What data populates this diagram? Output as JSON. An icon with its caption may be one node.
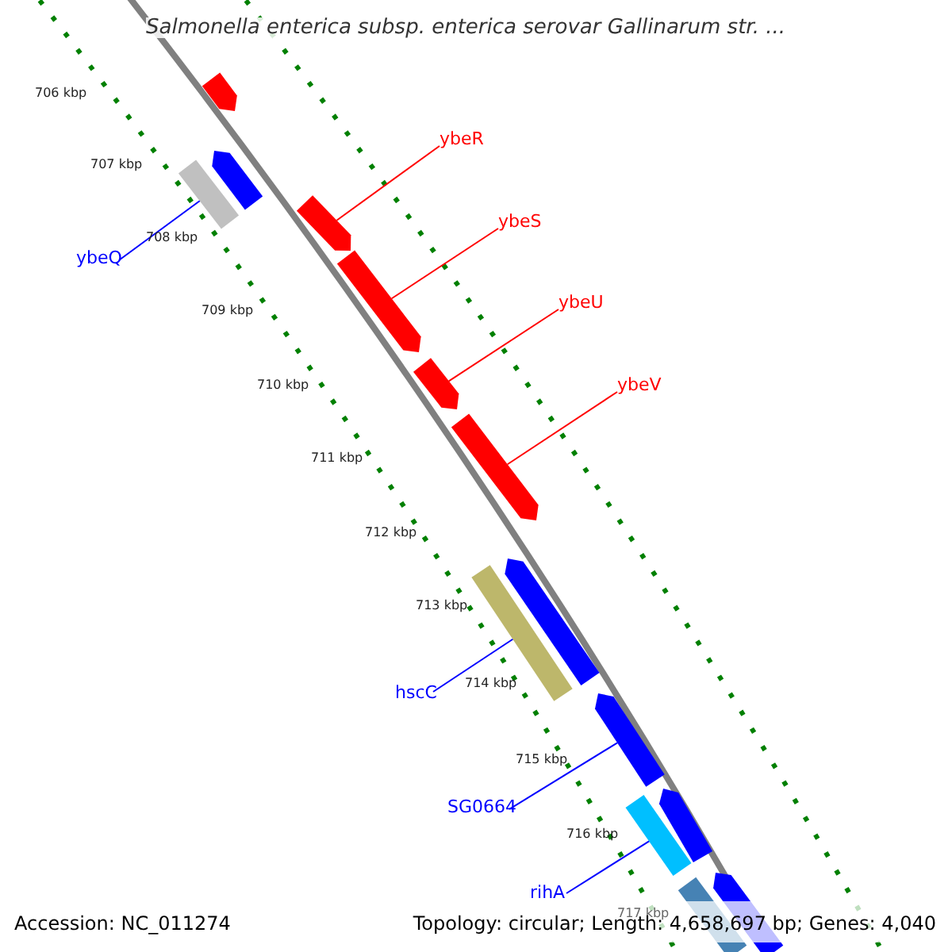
{
  "diagram": {
    "title": "Salmonella enterica subsp. enterica serovar Gallinarum str. ...",
    "nodes": [
      {
        "text": [],
        "shape": "bar"
      },
      {
        "text": [],
        "shape": "bar"
      },
      {
        "text": [],
        "shape": "bar"
      },
      {
        "text": [],
        "shape": "bar"
      },
      {
        "text": [],
        "shape": "bar"
      },
      {
        "text": [],
        "shape": "bar"
      },
      {
        "text": [],
        "shape": "bar"
      },
      {
        "text": [],
        "shape": "bar"
      },
      {
        "text": [],
        "shape": "bar"
      },
      {
        "text": [],
        "shape": "bar"
      },
      {
        "text": [],
        "shape": "bar"
      },
      {
        "text": [],
        "shape": "bar"
      },
      {
        "text": [],
        "shape": "bar"
      },
      {
        "text": [],
        "shape": "bar"
      },
      {
        "text": [
          "ybeR"
        ]
      },
      {
        "text": [
          "ybeS"
        ]
      },
      {
        "text": [
          "ybeU"
        ]
      },
      {
        "text": [
          "ybeV"
        ]
      },
      {
        "text": [
          "ybeQ"
        ]
      },
      {
        "text": [
          "hscC"
        ]
      },
      {
        "text": [
          "SG0664"
        ]
      },
      {
        "text": [
          "rihA"
        ]
      }
    ],
    "edges": [
      {
        "from": 14,
        "to": 3,
        "arrow": "none",
        "color": "#ff0000"
      },
      {
        "from": 15,
        "to": 4,
        "arrow": "none",
        "color": "#ff0000"
      },
      {
        "from": 16,
        "to": 5,
        "arrow": "none",
        "color": "#ff0000"
      },
      {
        "from": 17,
        "to": 6,
        "arrow": "none",
        "color": "#ff0000"
      },
      {
        "from": 18,
        "to": 2,
        "arrow": "none",
        "color": "#0000ff"
      },
      {
        "from": 19,
        "to": 7,
        "arrow": "none",
        "color": "#0000ff"
      },
      {
        "from": 20,
        "to": 9,
        "arrow": "none",
        "color": "#0000ff"
      },
      {
        "from": 21,
        "to": 10,
        "arrow": "none",
        "color": "#0000ff"
      }
    ],
    "labels": [
      "706 kbp",
      "707 kbp",
      "708 kbp",
      "709 kbp",
      "710 kbp",
      "711 kbp",
      "712 kbp",
      "713 kbp",
      "714 kbp",
      "715 kbp",
      "716 kbp",
      "717 kbp",
      "Accession: NC_011274",
      "Topology: circular; Length: 4,658,697 bp; Genes: 4,040"
    ]
  }
}
